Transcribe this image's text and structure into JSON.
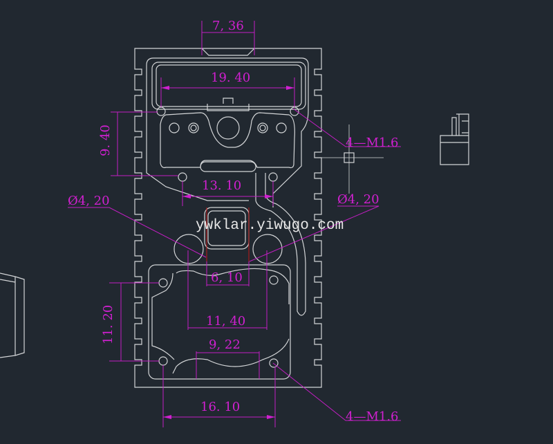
{
  "drawing": {
    "dimensions": {
      "top_notch_width": "7, 36",
      "window_width": "19. 40",
      "upper_height": "9. 40",
      "upper_hole_spacing": "13. 10",
      "left_circle_dia": "Ø4, 20",
      "right_circle_dia": "Ø4, 20",
      "square_width": "6, 10",
      "circle_spacing": "11, 40",
      "bottom_gap": "9, 22",
      "lower_height": "11. 20",
      "lower_hole_spacing": "16. 10"
    },
    "callouts": {
      "top_thread": "4—M1.6",
      "bottom_thread": "4—M1.6"
    },
    "watermark": "ywklar.yiwugo.com",
    "colors": {
      "background": "#212830",
      "geometry": "#d4d6d8",
      "dimension": "#c41ec4",
      "centerline": "#c01818"
    }
  }
}
